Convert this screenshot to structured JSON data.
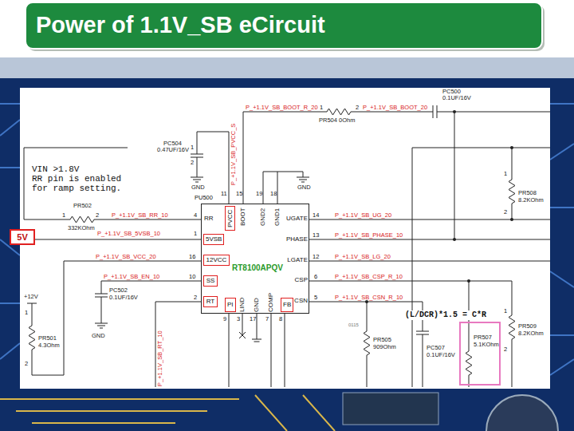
{
  "diagram": {
    "title": "Power of 1.1V_SB eCircuit",
    "nodes": [
      {
        "text": [
          "PU500",
          "RT8100APQV"
        ]
      },
      {
        "text": [
          "PVCC"
        ],
        "in": 0
      },
      {
        "text": [
          "5VSB"
        ],
        "in": 0
      },
      {
        "text": [
          "12VCC"
        ],
        "in": 0
      },
      {
        "text": [
          "SS"
        ],
        "in": 0
      },
      {
        "text": [
          "RT"
        ],
        "in": 0
      },
      {
        "text": [
          "PI"
        ],
        "in": 0
      },
      {
        "text": [
          "FB"
        ],
        "in": 0
      },
      {
        "text": [
          "5V"
        ]
      },
      {
        "text": [
          "PR507",
          "5.1KOhm"
        ]
      }
    ],
    "edges": [
      {
        "from": 8,
        "to": 2,
        "arrow": "none"
      }
    ],
    "labels": [
      "RR",
      "BOOT",
      "GND2",
      "GND1",
      "UGATE",
      "PHASE",
      "LGATE",
      "CSP",
      "CSN",
      "LIND",
      "GND",
      "COMP",
      "4",
      "1",
      "16",
      "10",
      "2",
      "14",
      "13",
      "12",
      "6",
      "5",
      "11",
      "15",
      "19",
      "18",
      "9",
      "3",
      "17",
      "7",
      "8",
      "P_+1.1V_SB_BOOT_R_20",
      "P_+1.1V_SB_BOOT_20",
      "P_+1.1V_SB_PVCC_S",
      "P_+1.1V_SB_RR_10",
      "P_+1.1V_SB_5VSB_10",
      "P_+1.1V_SB_VCC_20",
      "P_+1.1V_SB_EN_10",
      "P_+1.1V_SB_RT_10",
      "P_+1.1V_SB_UG_20",
      "P_+1.1V_SB_PHASE_10",
      "P_+1.1V_SB_LG_20",
      "P_+1.1V_SB_CSP_R_10",
      "P_+1.1V_SB_CSN_R_10",
      "PR504",
      "0Ohm",
      "PC500",
      "0.1UF/16V",
      "PC504",
      "0.47UF/16V",
      "GND",
      "GND",
      "VIN >1.8V",
      "RR pin is enabled",
      "for ramp setting.",
      "PR502",
      "332KOhm",
      "1",
      "2",
      "PC502",
      "0.1UF/16V",
      "+12V",
      "PR501",
      "4.3Ohm",
      "1",
      "2",
      "GND",
      "(L/DCR)*1.5 = C*R",
      "0115",
      "PR505",
      "909Ohm",
      "PC507",
      "0.1UF/16V",
      "PR508",
      "8.2KOhm",
      "1",
      "2",
      "PR509",
      "8.2KOhm",
      "1",
      "2",
      "1",
      "2",
      "2",
      "1"
    ]
  }
}
